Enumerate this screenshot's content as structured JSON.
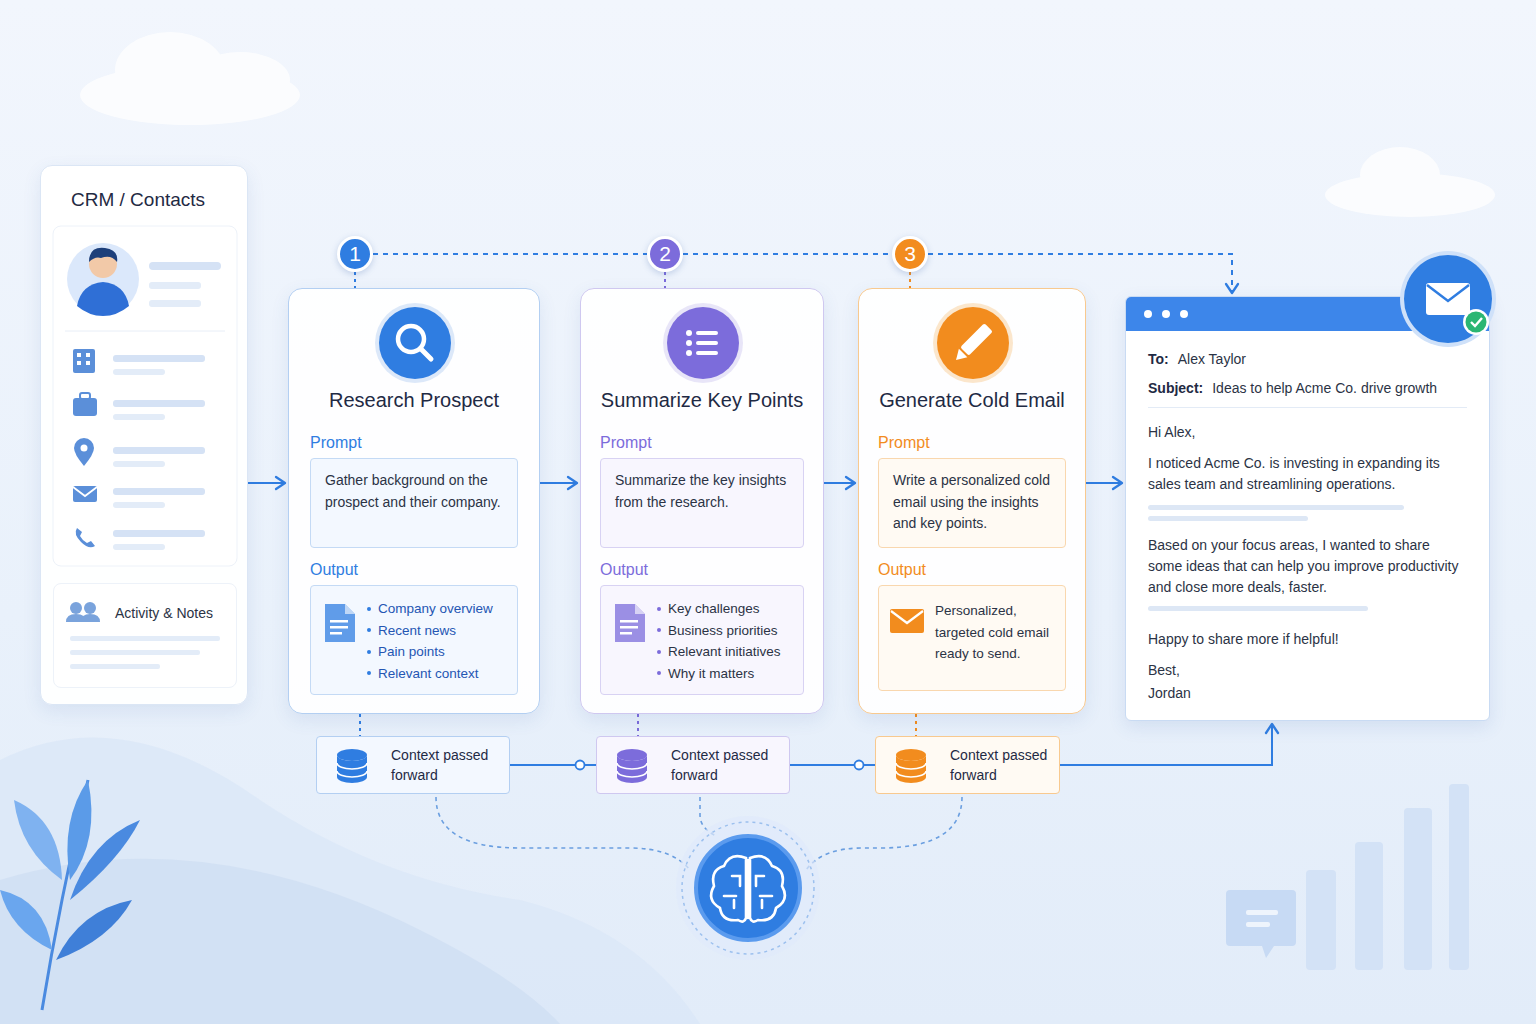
{
  "diagram": {
    "nodes": [
      {
        "text": [
          "CRM / Contacts"
        ]
      },
      {
        "text": [
          "Activity & Notes"
        ],
        "in": 0
      },
      {
        "text": [
          "1"
        ]
      },
      {
        "text": [
          "Research Prospect"
        ]
      },
      {
        "text": [
          "Prompt",
          "Gather background on the prospect and their company."
        ],
        "in": 3
      },
      {
        "text": [
          "Output",
          "Company overview",
          "Recent news",
          "Pain points",
          "Relevant context"
        ],
        "in": 3
      },
      {
        "text": [
          "2"
        ]
      },
      {
        "text": [
          "Summarize Key Points"
        ]
      },
      {
        "text": [
          "Prompt",
          "Summarize the key insights from the research."
        ],
        "in": 7
      },
      {
        "text": [
          "Output",
          "Key challenges",
          "Business priorities",
          "Relevant initiatives",
          "Why it matters"
        ],
        "in": 7
      },
      {
        "text": [
          "3"
        ]
      },
      {
        "text": [
          "Generate Cold Email"
        ]
      },
      {
        "text": [
          "Prompt",
          "Write a personalized cold email using the insights and key points."
        ],
        "in": 11
      },
      {
        "text": [
          "Output",
          "Personalized, targeted cold email ready to send."
        ],
        "in": 11
      },
      {
        "text": [
          "To:",
          "Alex Taylor",
          "Subject:",
          "Ideas to help Acme Co. drive growth",
          "Hi Alex,",
          "I noticed Acme Co. is investing in expanding its sales team and streamlining operations.",
          "Based on your focus areas, I wanted to share some ideas that can help you improve productivity and close more deals, faster.",
          "Happy to share more if helpful!",
          "Best,",
          "Jordan"
        ]
      },
      {
        "text": [
          "Context passed forward"
        ]
      },
      {
        "text": [
          "Context passed forward"
        ]
      },
      {
        "text": [
          "Context passed forward"
        ]
      }
    ],
    "edges": [
      {
        "from": 0,
        "to": 3,
        "arrow": "to"
      },
      {
        "from": 3,
        "to": 7,
        "arrow": "to"
      },
      {
        "from": 7,
        "to": 11,
        "arrow": "to"
      },
      {
        "from": 11,
        "to": 14,
        "arrow": "to"
      },
      {
        "from": 2,
        "to": 6,
        "arrow": "none"
      },
      {
        "from": 6,
        "to": 10,
        "arrow": "none"
      },
      {
        "from": 10,
        "to": 14,
        "arrow": "to"
      },
      {
        "from": 2,
        "to": 3,
        "arrow": "none"
      },
      {
        "from": 6,
        "to": 7,
        "arrow": "none"
      },
      {
        "from": 10,
        "to": 11,
        "arrow": "none"
      },
      {
        "from": 3,
        "to": 15,
        "arrow": "none"
      },
      {
        "from": 7,
        "to": 16,
        "arrow": "none"
      },
      {
        "from": 11,
        "to": 17,
        "arrow": "none"
      },
      {
        "from": 15,
        "to": 16,
        "arrow": "none"
      },
      {
        "from": 16,
        "to": 17,
        "arrow": "none"
      },
      {
        "from": 17,
        "to": 14,
        "arrow": "to"
      }
    ]
  }
}
